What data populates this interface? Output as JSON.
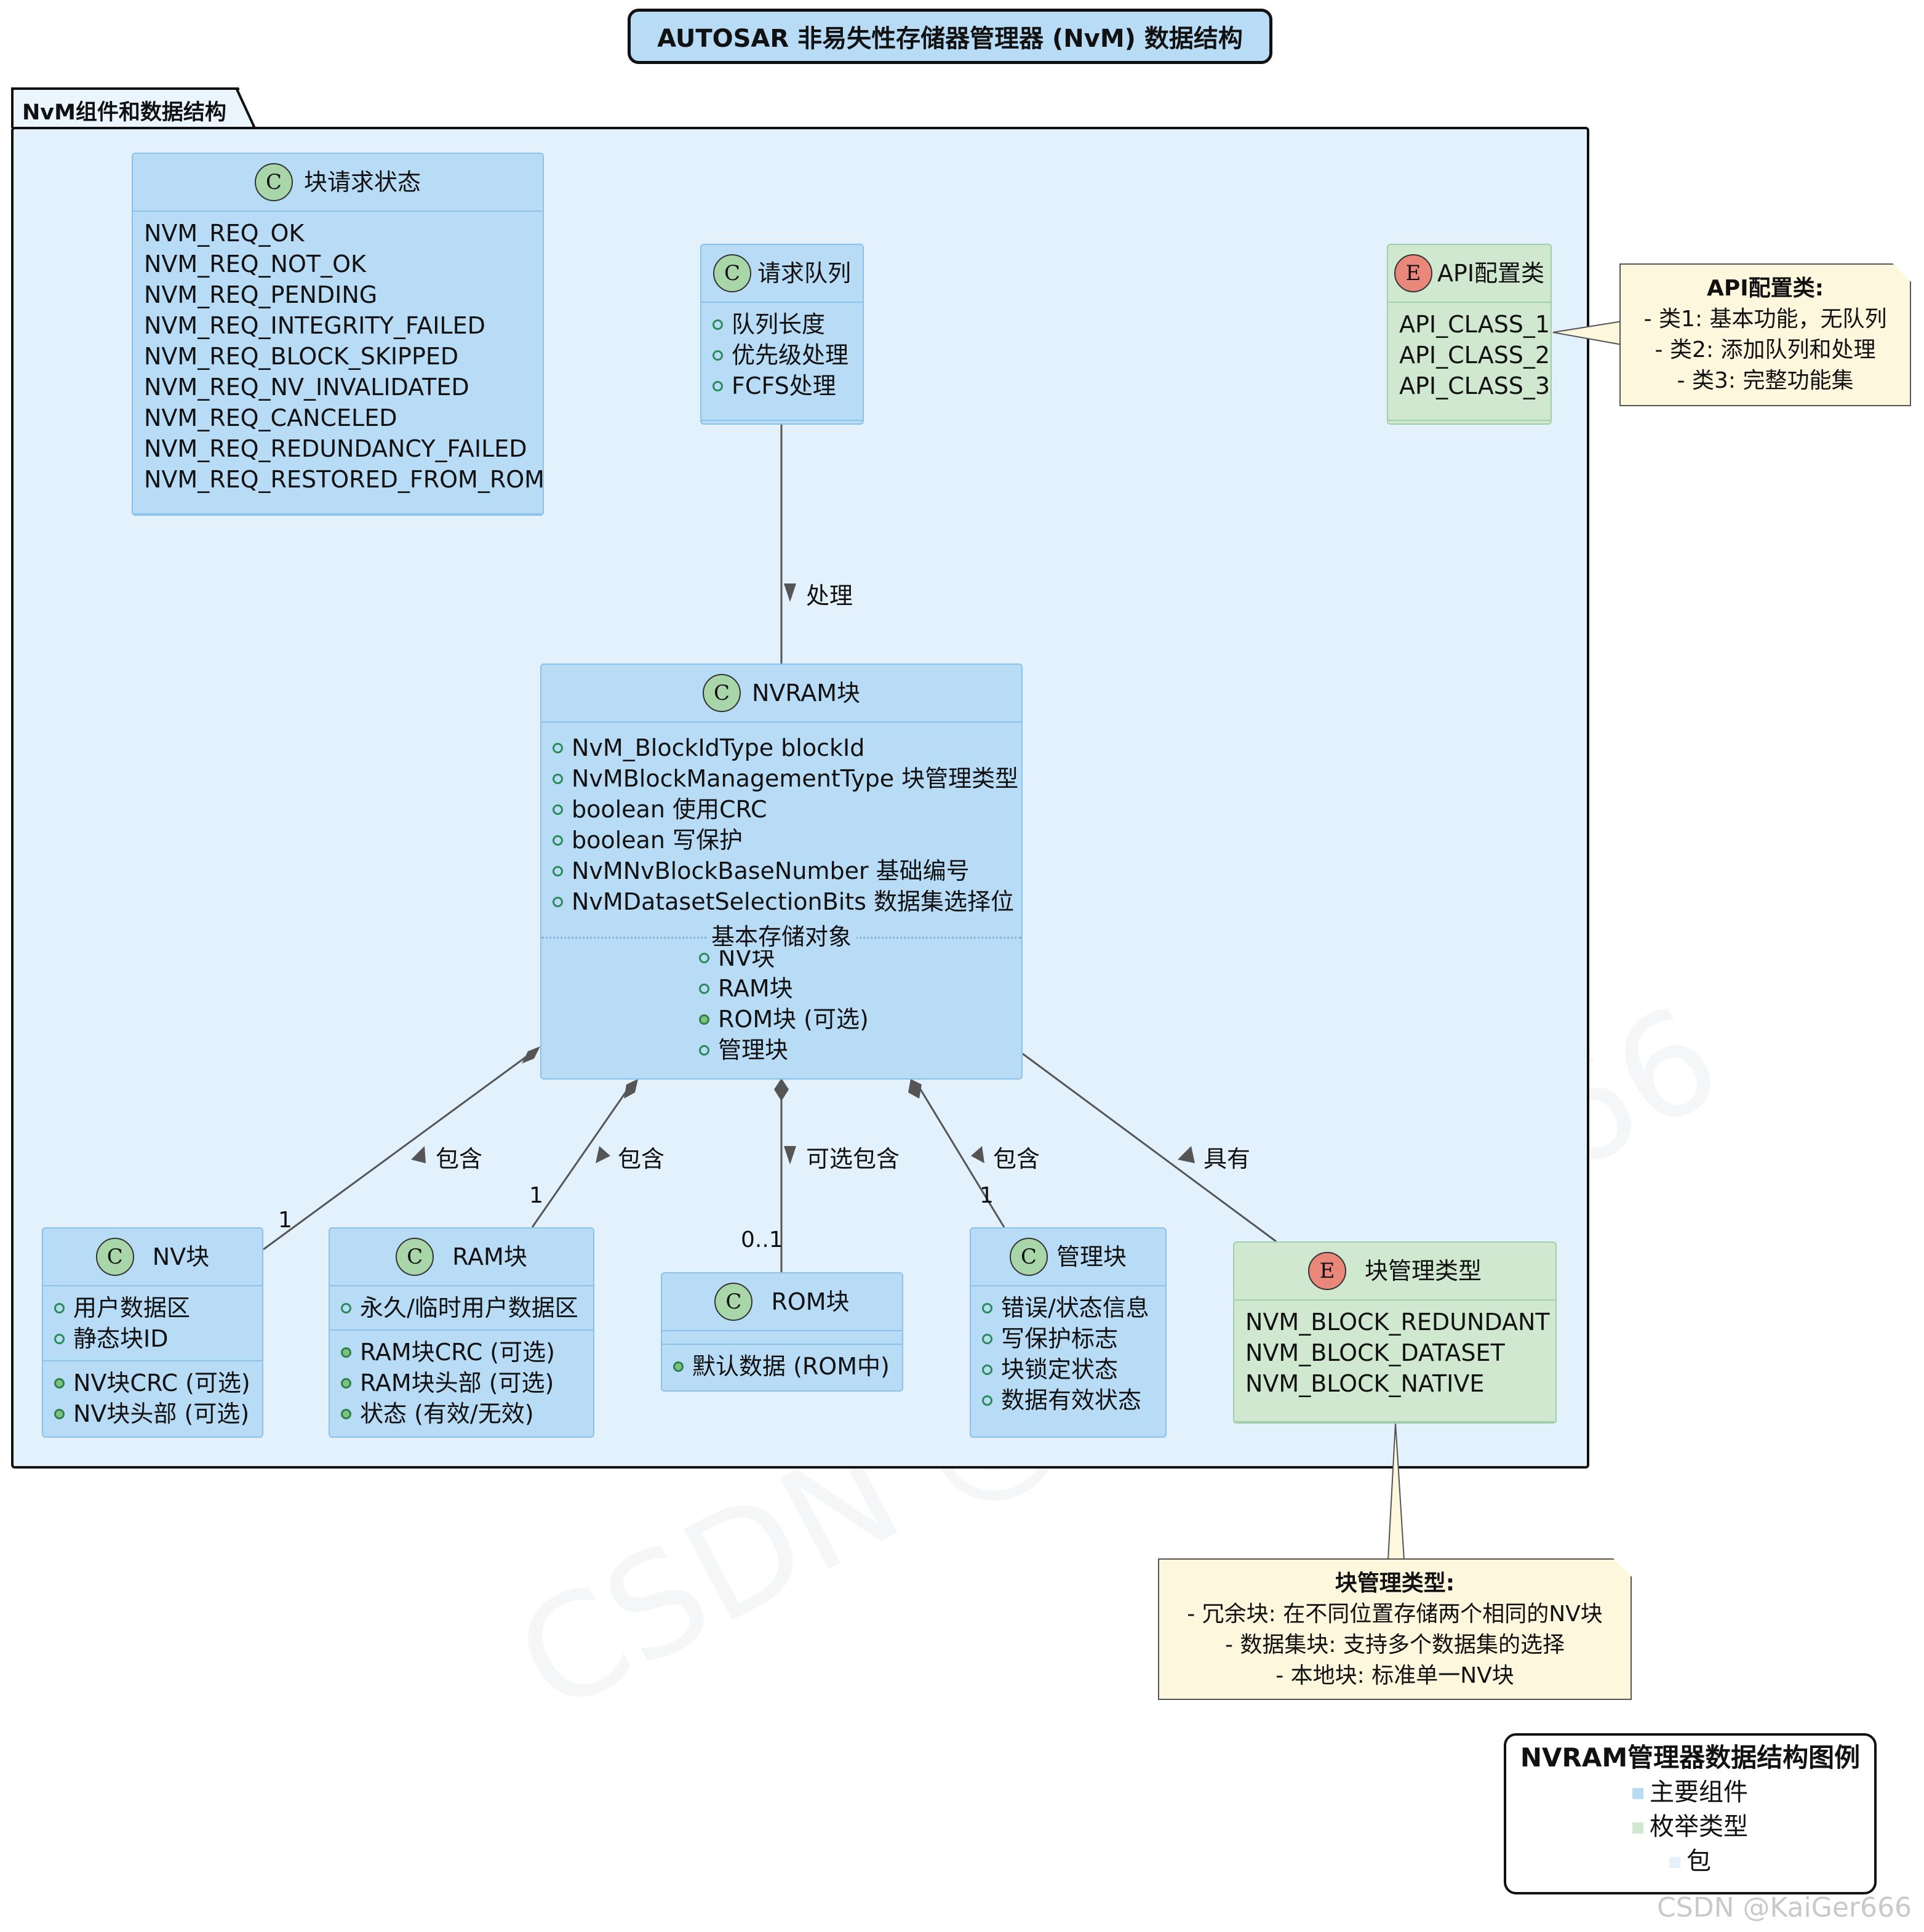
{
  "title": "AUTOSAR 非易失性存储器管理器 (NvM) 数据结构",
  "package": {
    "label": "NvM组件和数据结构"
  },
  "classes": {
    "req_status": {
      "name": "块请求状态",
      "badge": "C",
      "values": [
        "NVM_REQ_OK",
        "NVM_REQ_NOT_OK",
        "NVM_REQ_PENDING",
        "NVM_REQ_INTEGRITY_FAILED",
        "NVM_REQ_BLOCK_SKIPPED",
        "NVM_REQ_NV_INVALIDATED",
        "NVM_REQ_CANCELED",
        "NVM_REQ_REDUNDANCY_FAILED",
        "NVM_REQ_RESTORED_FROM_ROM"
      ]
    },
    "req_queue": {
      "name": "请求队列",
      "badge": "C",
      "fields": [
        "队列长度",
        "优先级处理",
        "FCFS处理"
      ]
    },
    "api_class": {
      "name": "API配置类",
      "badge": "E",
      "values": [
        "API_CLASS_1",
        "API_CLASS_2",
        "API_CLASS_3"
      ]
    },
    "nvram_block": {
      "name": "NVRAM块",
      "badge": "C",
      "fields": [
        "NvM_BlockIdType blockId",
        "NvMBlockManagementType 块管理类型",
        "boolean 使用CRC",
        "boolean 写保护",
        "NvMNvBlockBaseNumber 基础编号",
        "NvMDatasetSelectionBits 数据集选择位"
      ],
      "section_label": "基本存储对象",
      "objects": [
        "NV块",
        "RAM块",
        "ROM块 (可选)",
        "管理块"
      ]
    },
    "nv_block": {
      "name": "NV块",
      "badge": "C",
      "fields": [
        "用户数据区",
        "静态块ID"
      ],
      "methods": [
        "NV块CRC (可选)",
        "NV块头部 (可选)"
      ]
    },
    "ram_block": {
      "name": "RAM块",
      "badge": "C",
      "fields": [
        "永久/临时用户数据区"
      ],
      "methods": [
        "RAM块CRC (可选)",
        "RAM块头部 (可选)",
        "状态 (有效/无效)"
      ]
    },
    "rom_block": {
      "name": "ROM块",
      "badge": "C",
      "methods": [
        "默认数据 (ROM中)"
      ]
    },
    "admin_block": {
      "name": "管理块",
      "badge": "C",
      "fields": [
        "错误/状态信息",
        "写保护标志",
        "块锁定状态",
        "数据有效状态"
      ]
    },
    "mgmt_type": {
      "name": "块管理类型",
      "badge": "E",
      "values": [
        "NVM_BLOCK_REDUNDANT",
        "NVM_BLOCK_DATASET",
        "NVM_BLOCK_NATIVE"
      ]
    }
  },
  "relations": {
    "queue_process": "处理",
    "contains_nv": "包含",
    "contains_ram": "包含",
    "contains_rom": "可选包含",
    "contains_admin": "包含",
    "has_mgmt": "具有",
    "mult_nv": "1",
    "mult_ram": "1",
    "mult_rom": "0..1",
    "mult_admin": "1"
  },
  "notes": {
    "api": {
      "title": "API配置类:",
      "lines": [
        "- 类1: 基本功能，无队列",
        "- 类2: 添加队列和处理",
        "- 类3: 完整功能集"
      ]
    },
    "mgmt": {
      "title": "块管理类型:",
      "lines": [
        "- 冗余块: 在不同位置存储两个相同的NV块",
        "- 数据集块: 支持多个数据集的选择",
        "- 本地块: 标准单一NV块"
      ]
    }
  },
  "legend": {
    "title": "NVRAM管理器数据结构图例",
    "items": [
      {
        "label": "主要组件",
        "color": "#b9dcf6"
      },
      {
        "label": "枚举类型",
        "color": "#cfe8cf"
      },
      {
        "label": "包",
        "color": "#e2f1fc"
      }
    ]
  },
  "watermark": "CSDN @KaiGer666",
  "colors": {
    "class_fill": "#b9dcf6",
    "enum_fill": "#cfe8cf",
    "package_fill": "#e2f1fc",
    "note_fill": "#fcf7dd"
  }
}
